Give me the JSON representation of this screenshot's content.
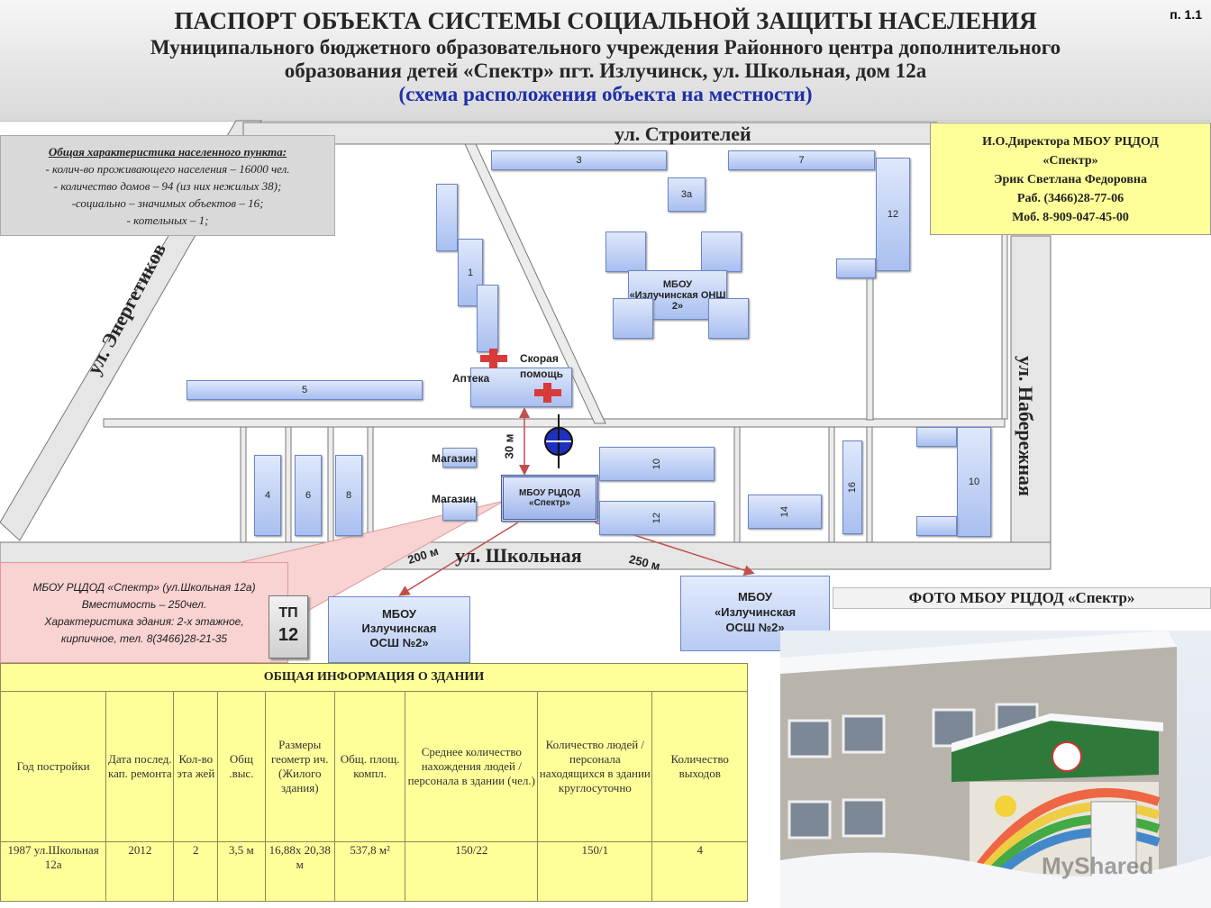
{
  "header": {
    "page_num": "п. 1.1",
    "title": "ПАСПОРТ ОБЪЕКТА СИСТЕМЫ СОЦИАЛЬНОЙ ЗАЩИТЫ НАСЕЛЕНИЯ",
    "subtitle1": "Муниципального бюджетного образовательного учреждения Районного центра дополнительного",
    "subtitle2": "образования детей «Спектр» пгт. Излучинск, ул. Школьная, дом 12а",
    "subtitle3": "(схема расположения объекта на местности)"
  },
  "settlement": {
    "title": "Общая характеристика населенного пункта:",
    "lines": [
      "- колич-во проживающего населения – 16000 чел.",
      "- количество домов – 94 (из них нежилых 38);",
      "-социально – значимых объектов – 16;",
      "- котельных – 1;"
    ]
  },
  "director": {
    "lines": [
      "И.О.Директора  МБОУ РЦДОД",
      "«Спектр»",
      "Эрик   Светлана Федоровна",
      "Раб. (3466)28-77-06",
      "Моб. 8-909-047-45-00"
    ]
  },
  "streets": {
    "stroiteley": "ул. Строителей",
    "energetikov": "ул. Энергетиков",
    "naberezhnaya": "ул. Набережная",
    "shkolnaya": "ул. Школьная"
  },
  "buildings": {
    "b3": "3",
    "b7": "7",
    "b3a": "3а",
    "b12a": "12",
    "b1": "1",
    "b5": "5",
    "b4": "4",
    "b6": "6",
    "b8": "8",
    "b10a": "10",
    "b12b": "12",
    "b14": "14",
    "b16": "16",
    "b10b": "10",
    "onsh": "МБОУ «Излучинская ОНШ 2»",
    "spectr": "МБОУ РЦДОД «Спектр»"
  },
  "labels": {
    "apteka": "Аптека",
    "skoraya": "Скорая помощь",
    "magazin1": "Магазин",
    "magazin2": "Магазин",
    "d30": "30 м",
    "d200": "200 м",
    "d250": "250 м"
  },
  "callout": {
    "lines": [
      "МБОУ РЦДОД «Спектр» (ул.Школьная 12а)",
      "Вместимость – 250чел.",
      "Характеристика здания: 2-х этажное,",
      "кирпичное, тел. 8(3466)28-21-35"
    ]
  },
  "tp": {
    "line1": "ТП",
    "line2": "12"
  },
  "osh1": {
    "line1": "МБОУ",
    "line2": "Излучинская",
    "line3": "ОСШ №2»"
  },
  "osh2": {
    "line1": "МБОУ",
    "line2": "«Излучинская",
    "line3": "ОСШ №2»"
  },
  "photo": {
    "title": "ФОТО МБОУ РЦДОД «Спектр»",
    "watermark": "MyShared"
  },
  "building_info": {
    "title": "ОБЩАЯ ИНФОРМАЦИЯ  О  ЗДАНИИ",
    "headers": [
      "Год постройки",
      "Дата послед. кап. ремонта",
      "Кол-во эта жей",
      "Общ .выс.",
      "Размеры геометр ич. (Жилого здания)",
      "Общ. площ. компл.",
      "Среднее количество нахождения людей / персонала в здании (чел.)",
      "Количество людей / персонала находящихся в здании круглосуточно",
      "Количество выходов"
    ],
    "row": [
      "1987 ул.Школьная 12а",
      "2012",
      "2",
      "3,5 м",
      "16,88х 20,38 м",
      "537,8 м²",
      "150/22",
      "150/1",
      "4"
    ]
  },
  "colors": {
    "buildingFill": "#b9cbf3",
    "buildingBorder": "#6b86c9",
    "callout": "#f9d2d2",
    "directorBox": "#ffff99",
    "tableBg": "#ffff99",
    "arrow": "#c0504d"
  }
}
